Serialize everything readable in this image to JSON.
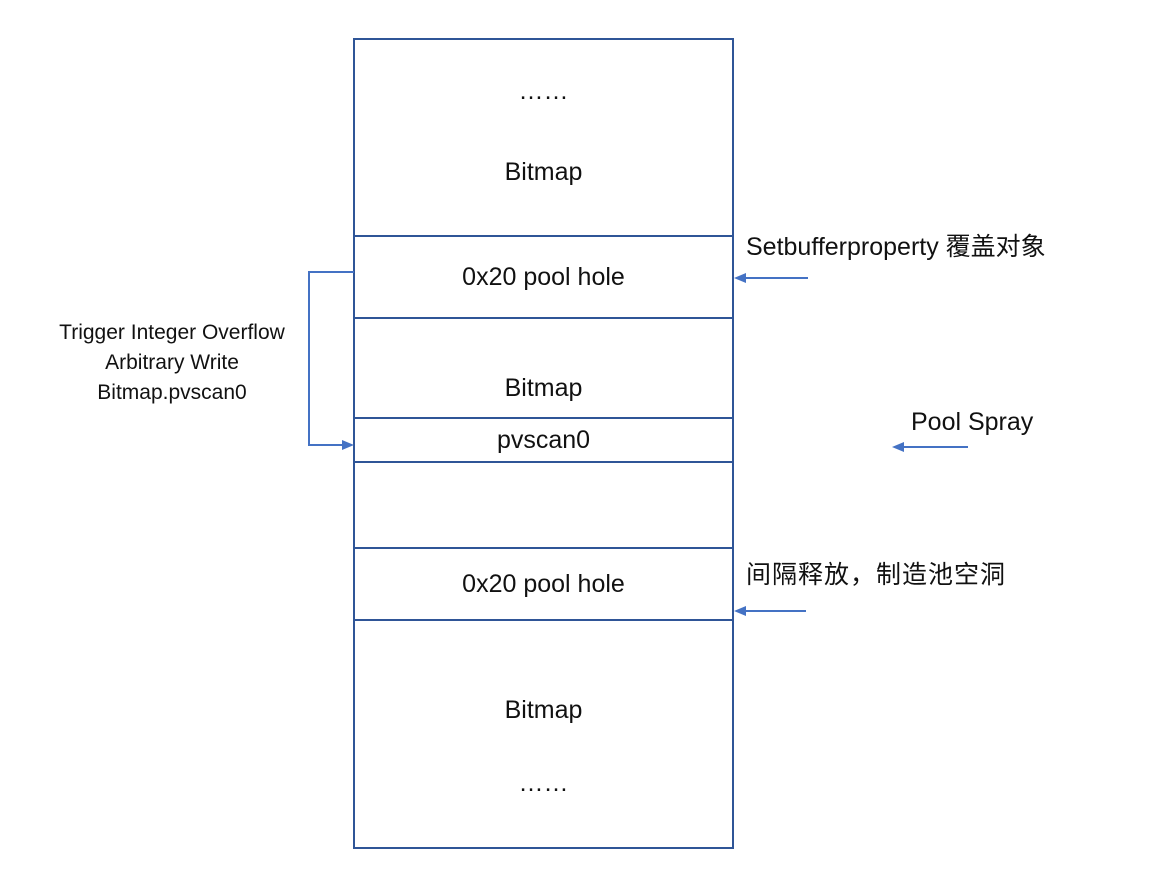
{
  "diagram": {
    "memory_column": {
      "segments": [
        {
          "id": "bitmap-top",
          "lines": [
            "……",
            "Bitmap"
          ]
        },
        {
          "id": "pool-hole-1",
          "lines": [
            "0x20 pool hole"
          ]
        },
        {
          "id": "bitmap-mid",
          "lines": [
            "Bitmap"
          ]
        },
        {
          "id": "pvscan0-row",
          "lines": [
            "pvscan0"
          ]
        },
        {
          "id": "empty-row",
          "lines": []
        },
        {
          "id": "pool-hole-2",
          "lines": [
            "0x20 pool hole"
          ]
        },
        {
          "id": "bitmap-bottom",
          "lines": [
            "Bitmap",
            "……"
          ]
        }
      ]
    },
    "left_annotation": {
      "line1": "Trigger Integer Overflow",
      "line2": "Arbitrary Write",
      "line3": "Bitmap.pvscan0"
    },
    "right_annotations": {
      "overwrite": "Setbufferproperty 覆盖对象",
      "spray": "Pool Spray",
      "holes": "间隔释放，制造池空洞"
    },
    "colors": {
      "box_border": "#2F5597",
      "connector": "#4472C4",
      "text": "#111111"
    }
  }
}
